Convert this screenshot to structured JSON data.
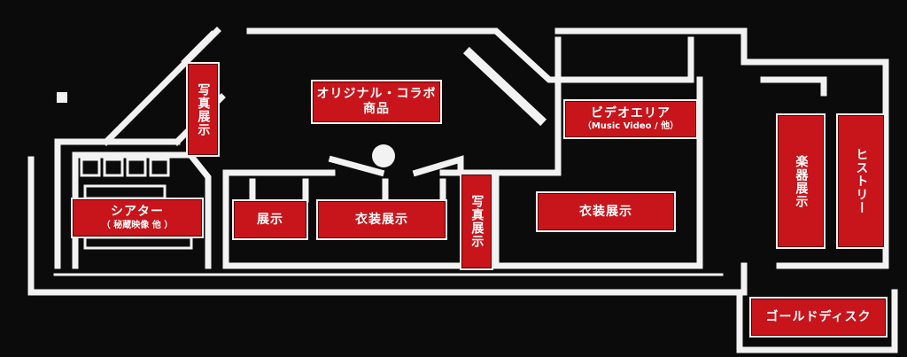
{
  "map": {
    "areas": {
      "theater": {
        "label": "シアター",
        "sublabel": "（ 秘蔵映像 他 ）"
      },
      "photo_left": {
        "label": "写真展示"
      },
      "original_goods": {
        "label": "オリジナル・コラボ",
        "label2": "商品"
      },
      "video_area": {
        "label": "ビデオエリア",
        "sublabel": "（Music Video / 他）"
      },
      "exhibit": {
        "label": "展示"
      },
      "costume_1": {
        "label": "衣装展示"
      },
      "photo_right": {
        "label": "写真展示"
      },
      "costume_2": {
        "label": "衣装展示"
      },
      "instruments": {
        "label": "楽器展示"
      },
      "history": {
        "label": "ヒストリー"
      },
      "gold_disc": {
        "label": "ゴールドディスク"
      }
    },
    "colors": {
      "background": "#0b0b0b",
      "wall": "#f2f2f2",
      "label_fill": "#c8141b",
      "label_border": "#f2f2f2"
    }
  }
}
